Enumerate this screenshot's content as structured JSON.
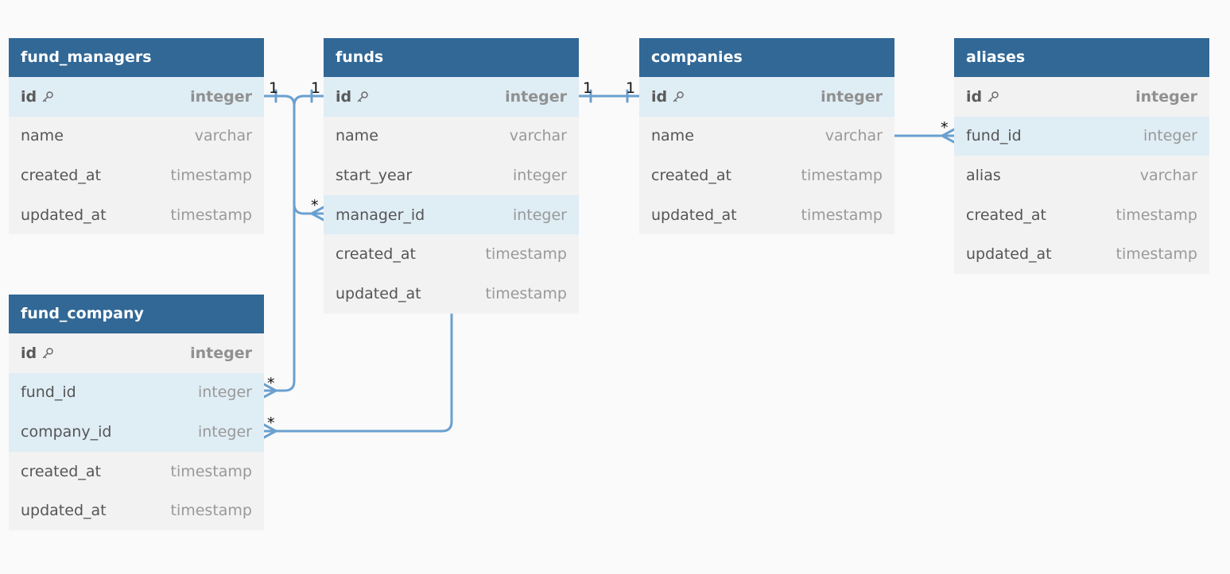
{
  "tables": [
    {
      "id": "fund_managers",
      "title": "fund_managers",
      "fields": [
        {
          "name": "id",
          "type": "integer",
          "pk": true,
          "highlight": true
        },
        {
          "name": "name",
          "type": "varchar"
        },
        {
          "name": "created_at",
          "type": "timestamp"
        },
        {
          "name": "updated_at",
          "type": "timestamp"
        }
      ]
    },
    {
      "id": "funds",
      "title": "funds",
      "fields": [
        {
          "name": "id",
          "type": "integer",
          "pk": true,
          "highlight": true
        },
        {
          "name": "name",
          "type": "varchar"
        },
        {
          "name": "start_year",
          "type": "integer"
        },
        {
          "name": "manager_id",
          "type": "integer",
          "highlight": true
        },
        {
          "name": "created_at",
          "type": "timestamp"
        },
        {
          "name": "updated_at",
          "type": "timestamp"
        }
      ]
    },
    {
      "id": "companies",
      "title": "companies",
      "fields": [
        {
          "name": "id",
          "type": "integer",
          "pk": true,
          "highlight": true
        },
        {
          "name": "name",
          "type": "varchar"
        },
        {
          "name": "created_at",
          "type": "timestamp"
        },
        {
          "name": "updated_at",
          "type": "timestamp"
        }
      ]
    },
    {
      "id": "aliases",
      "title": "aliases",
      "fields": [
        {
          "name": "id",
          "type": "integer",
          "pk": true
        },
        {
          "name": "fund_id",
          "type": "integer",
          "highlight": true
        },
        {
          "name": "alias",
          "type": "varchar"
        },
        {
          "name": "created_at",
          "type": "timestamp"
        },
        {
          "name": "updated_at",
          "type": "timestamp"
        }
      ]
    },
    {
      "id": "fund_company",
      "title": "fund_company",
      "fields": [
        {
          "name": "id",
          "type": "integer",
          "pk": true
        },
        {
          "name": "fund_id",
          "type": "integer",
          "highlight": true
        },
        {
          "name": "company_id",
          "type": "integer",
          "highlight": true
        },
        {
          "name": "created_at",
          "type": "timestamp"
        },
        {
          "name": "updated_at",
          "type": "timestamp"
        }
      ]
    }
  ],
  "relations": {
    "one": "1",
    "many": "*"
  },
  "colors": {
    "header_bg": "#316896",
    "line": "#6aa0cf"
  },
  "icons": {
    "primary_key": "key-icon"
  }
}
